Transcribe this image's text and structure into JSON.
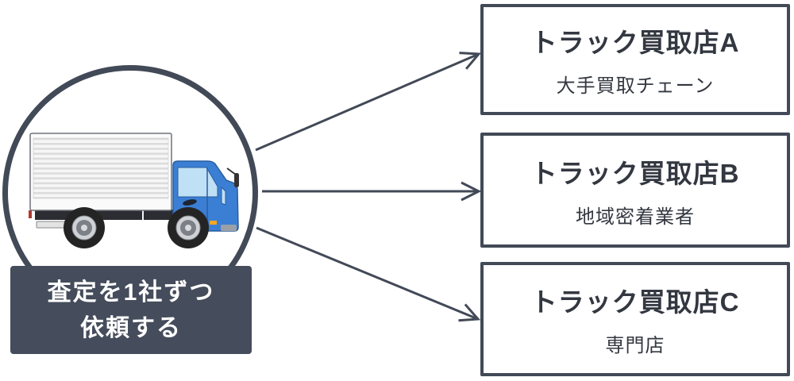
{
  "diagram": {
    "seller": {
      "caption_line1": "査定を1社ずつ",
      "caption_line2": "依頼する",
      "icon": "box-truck-icon"
    },
    "shops": [
      {
        "id": "A",
        "name": "トラック買取店A",
        "subtitle": "大手買取チェーン"
      },
      {
        "id": "B",
        "name": "トラック買取店B",
        "subtitle": "地域密着業者"
      },
      {
        "id": "C",
        "name": "トラック買取店C",
        "subtitle": "専門店"
      }
    ],
    "colors": {
      "outline": "#424957",
      "caption_bg": "#454c5b",
      "caption_text": "#ffffff",
      "text": "#333740",
      "bg": "#ffffff",
      "truck_cab": "#3b7fd4",
      "truck_cab_edge": "#2a5d9e",
      "truck_window": "#bfe0f5"
    }
  }
}
